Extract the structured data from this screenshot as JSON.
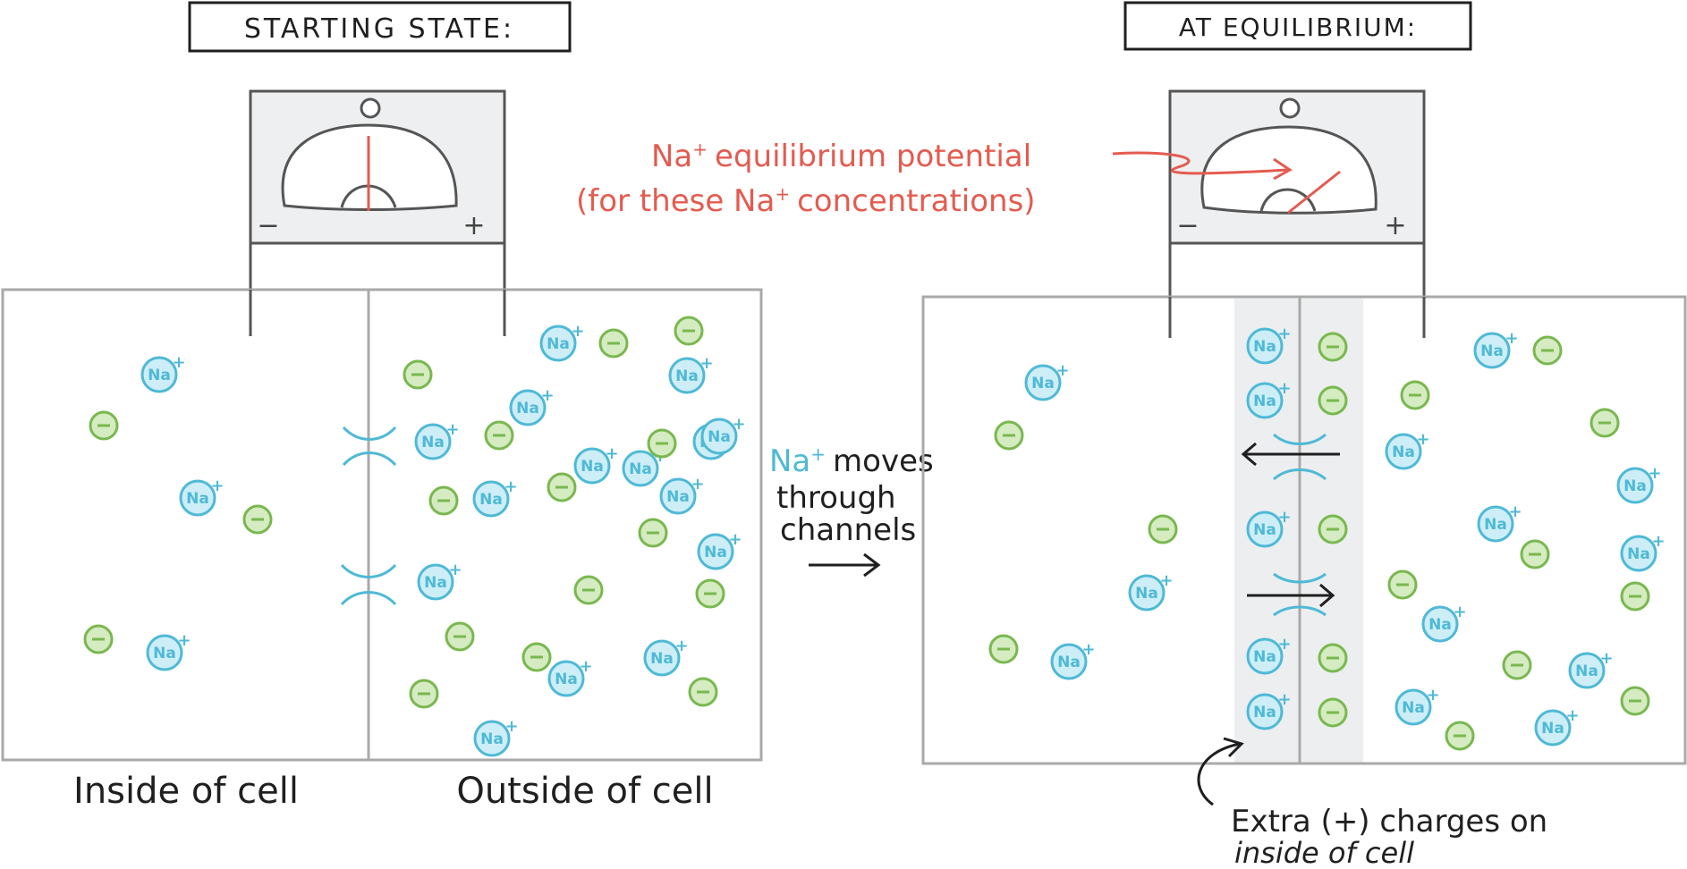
{
  "colors": {
    "sodium": "#4fb9d6",
    "sodium_fill": "#cdeef7",
    "anion": "#79b84f",
    "anion_fill": "#d5ebc1",
    "needle": "#e45b4f",
    "outline": "#555555",
    "box": "#a9a9a9",
    "meter_bg": "#eeeff0",
    "band": "#eceeef",
    "ink": "#1f1f1f"
  },
  "left": {
    "title": "STARTING STATE:",
    "inside_label": "Inside of cell",
    "outside_label": "Outside of cell"
  },
  "right": {
    "title": "AT EQUILIBRIUM:"
  },
  "meter": {
    "zero": "O",
    "minus": "−",
    "plus": "+"
  },
  "middle": {
    "ion": "Na",
    "line1_rest": "moves",
    "line2": "through",
    "line3": "channels"
  },
  "annotation": {
    "line1_prefix": "Na",
    "line1_rest": "equilibrium potential",
    "line2_prefix": "(for these Na",
    "line2_rest": "concentrations)"
  },
  "extra_note": {
    "line1": "Extra (+) charges on",
    "line2": "inside of cell"
  },
  "ions": {
    "na_label": "Na",
    "na_charge": "+",
    "anion_symbol": "−"
  }
}
